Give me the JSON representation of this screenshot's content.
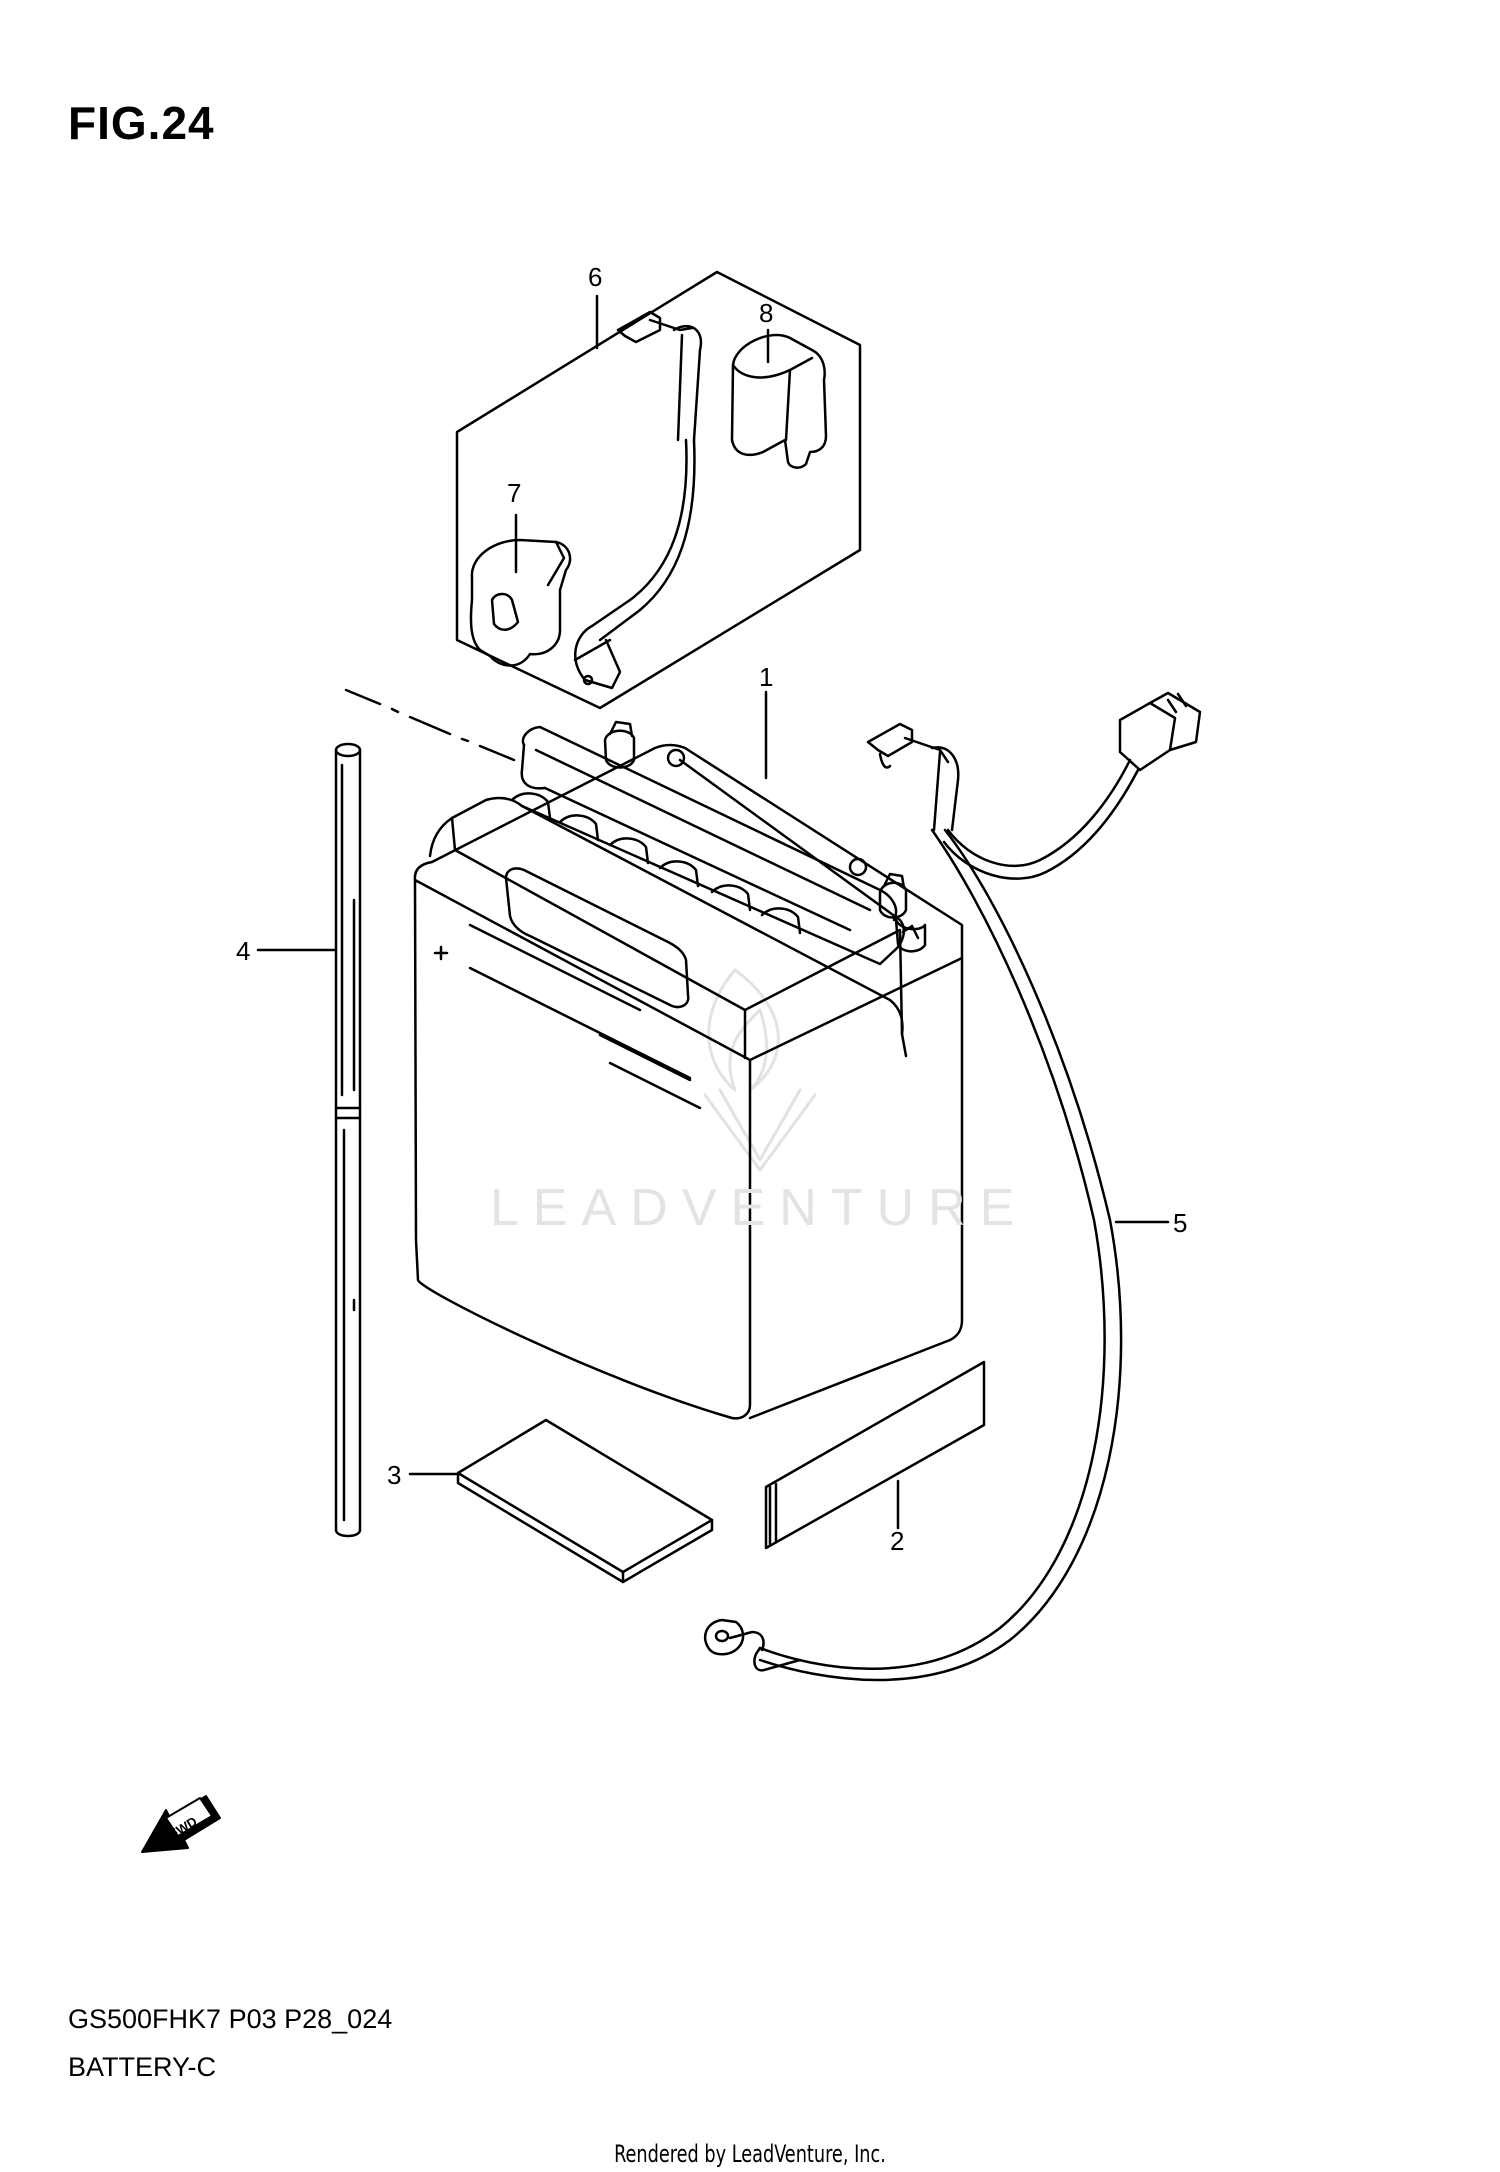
{
  "figure": {
    "title": "FIG.24",
    "model_code": "GS500FHK7 P03 P28_024",
    "section_name": "BATTERY-C",
    "footer": "Rendered by LeadVenture, Inc.",
    "watermark": "LEADVENTURE",
    "fwd_label": "FWD"
  },
  "callouts": [
    {
      "number": "1",
      "part": "battery"
    },
    {
      "number": "2",
      "part": "battery-label"
    },
    {
      "number": "3",
      "part": "battery-pad"
    },
    {
      "number": "4",
      "part": "breather-tube"
    },
    {
      "number": "5",
      "part": "negative-cable"
    },
    {
      "number": "6",
      "part": "positive-cable-set"
    },
    {
      "number": "7",
      "part": "terminal-cover"
    },
    {
      "number": "8",
      "part": "terminal-cap"
    }
  ],
  "colors": {
    "line": "#000000",
    "watermark": "#e3e3e3",
    "background": "#ffffff"
  }
}
